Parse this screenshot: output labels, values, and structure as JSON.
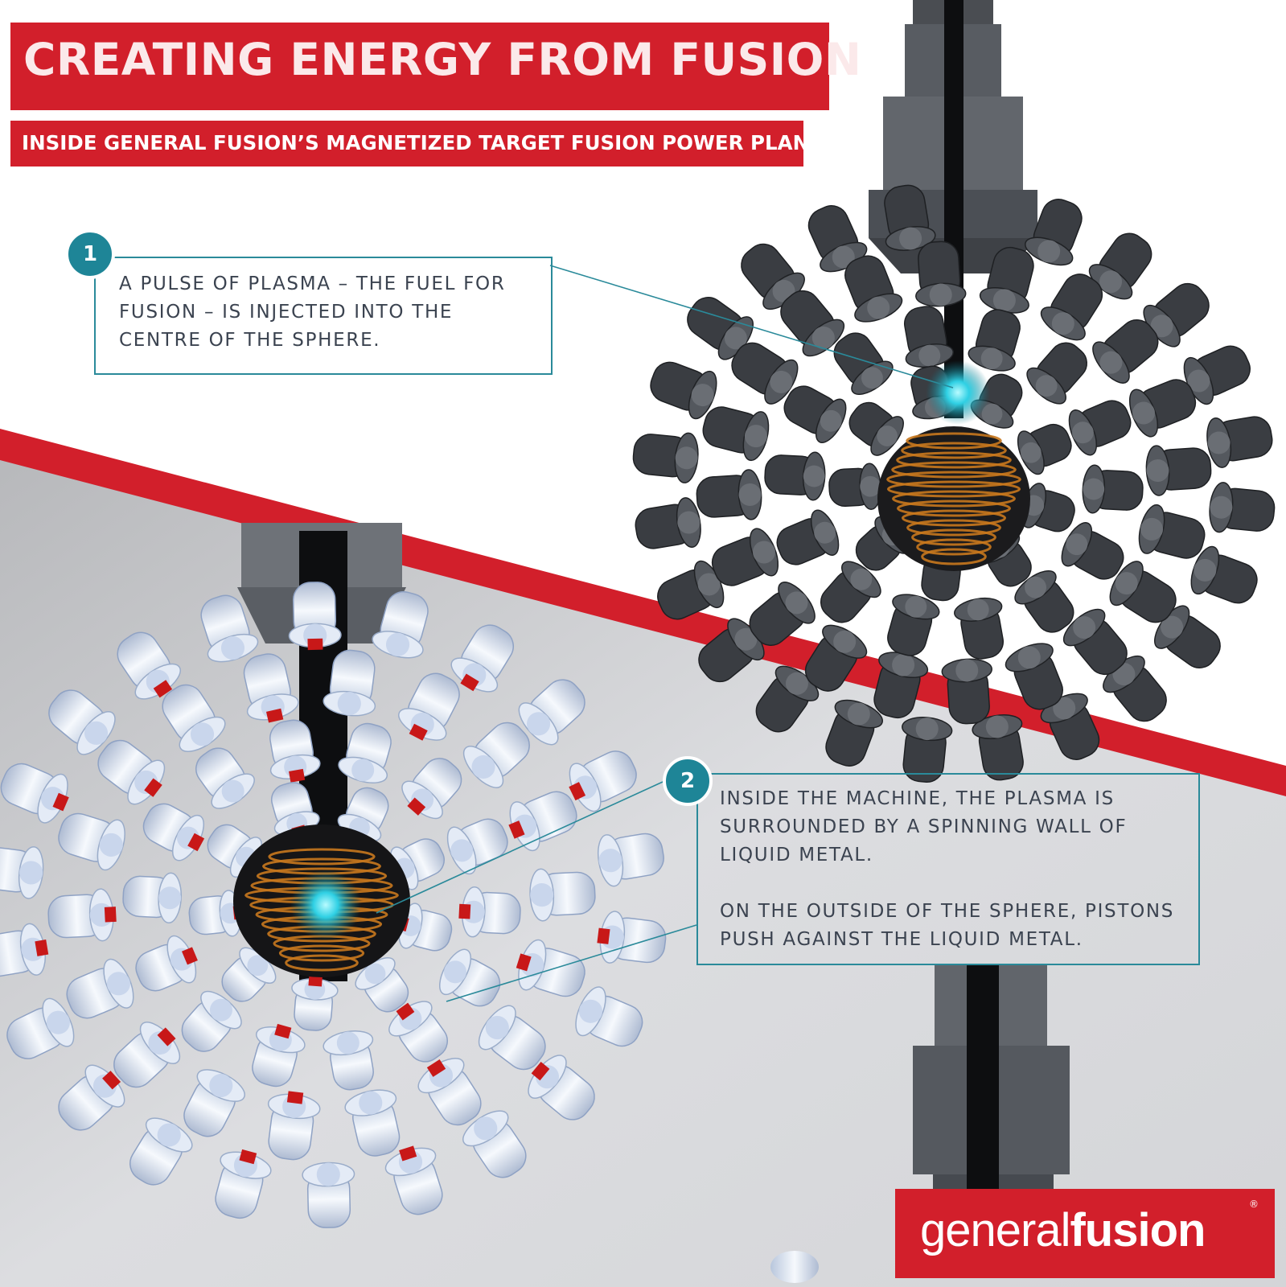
{
  "header": {
    "title": "CREATING ENERGY FROM FUSION",
    "subtitle": "INSIDE GENERAL FUSION’S MAGNETIZED TARGET FUSION POWER PLANT"
  },
  "steps": [
    {
      "number": "1",
      "lines": [
        "A PULSE OF PLASMA – THE FUEL FOR",
        "FUSION – IS INJECTED INTO THE",
        "CENTRE OF THE SPHERE."
      ]
    },
    {
      "number": "2",
      "lines": [
        "INSIDE THE MACHINE, THE PLASMA IS",
        "SURROUNDED BY A SPINNING WALL OF",
        "LIQUID METAL."
      ],
      "lines2": [
        "ON THE OUTSIDE OF THE SPHERE, PISTONS",
        "PUSH AGAINST THE LIQUID METAL."
      ]
    }
  ],
  "logo": {
    "light": "general",
    "bold": "fusion",
    "mark": "®"
  },
  "colors": {
    "brand_red": "#d21f2b",
    "teal": "#1e8597",
    "plasma_cyan": "#3ad0e0",
    "liquid_metal_orange": "#c87a20",
    "piston_dark": "#3d4147",
    "piston_wire": "#e6eef8"
  }
}
